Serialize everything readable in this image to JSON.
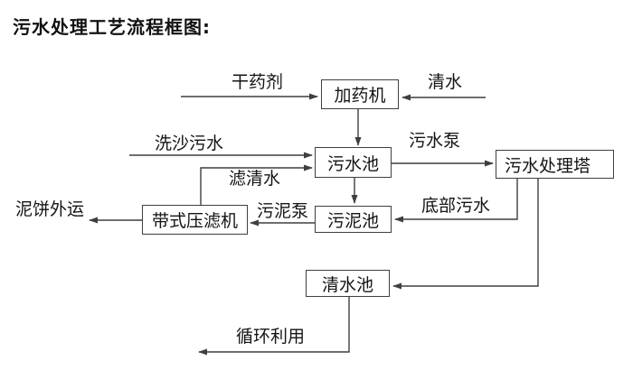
{
  "title": "污水处理工艺流程框图:",
  "colors": {
    "line": "#3f3f3f",
    "box_border": "#3f3f3f",
    "box_fill": "#ffffff",
    "text": "#141414",
    "background": "#ffffff"
  },
  "nodes": {
    "dosing_machine": {
      "label": "加药机"
    },
    "sewage_pool": {
      "label": "污水池"
    },
    "sewage_treatment_tower": {
      "label": "污水处理塔"
    },
    "sludge_pool": {
      "label": "污泥池"
    },
    "belt_filter_press": {
      "label": "带式压滤机"
    },
    "clean_water_pool": {
      "label": "清水池"
    }
  },
  "flow_labels": {
    "dry_chemical": "干药剂",
    "clean_water": "清水",
    "sand_washing_sewage": "洗沙污水",
    "sewage_pump": "污水泵",
    "filtered_clean_water": "滤清水",
    "mud_cake_outbound": "泥饼外运",
    "sludge_pump": "污泥泵",
    "bottom_sewage": "底部污水",
    "recycling_use": "循环利用"
  }
}
